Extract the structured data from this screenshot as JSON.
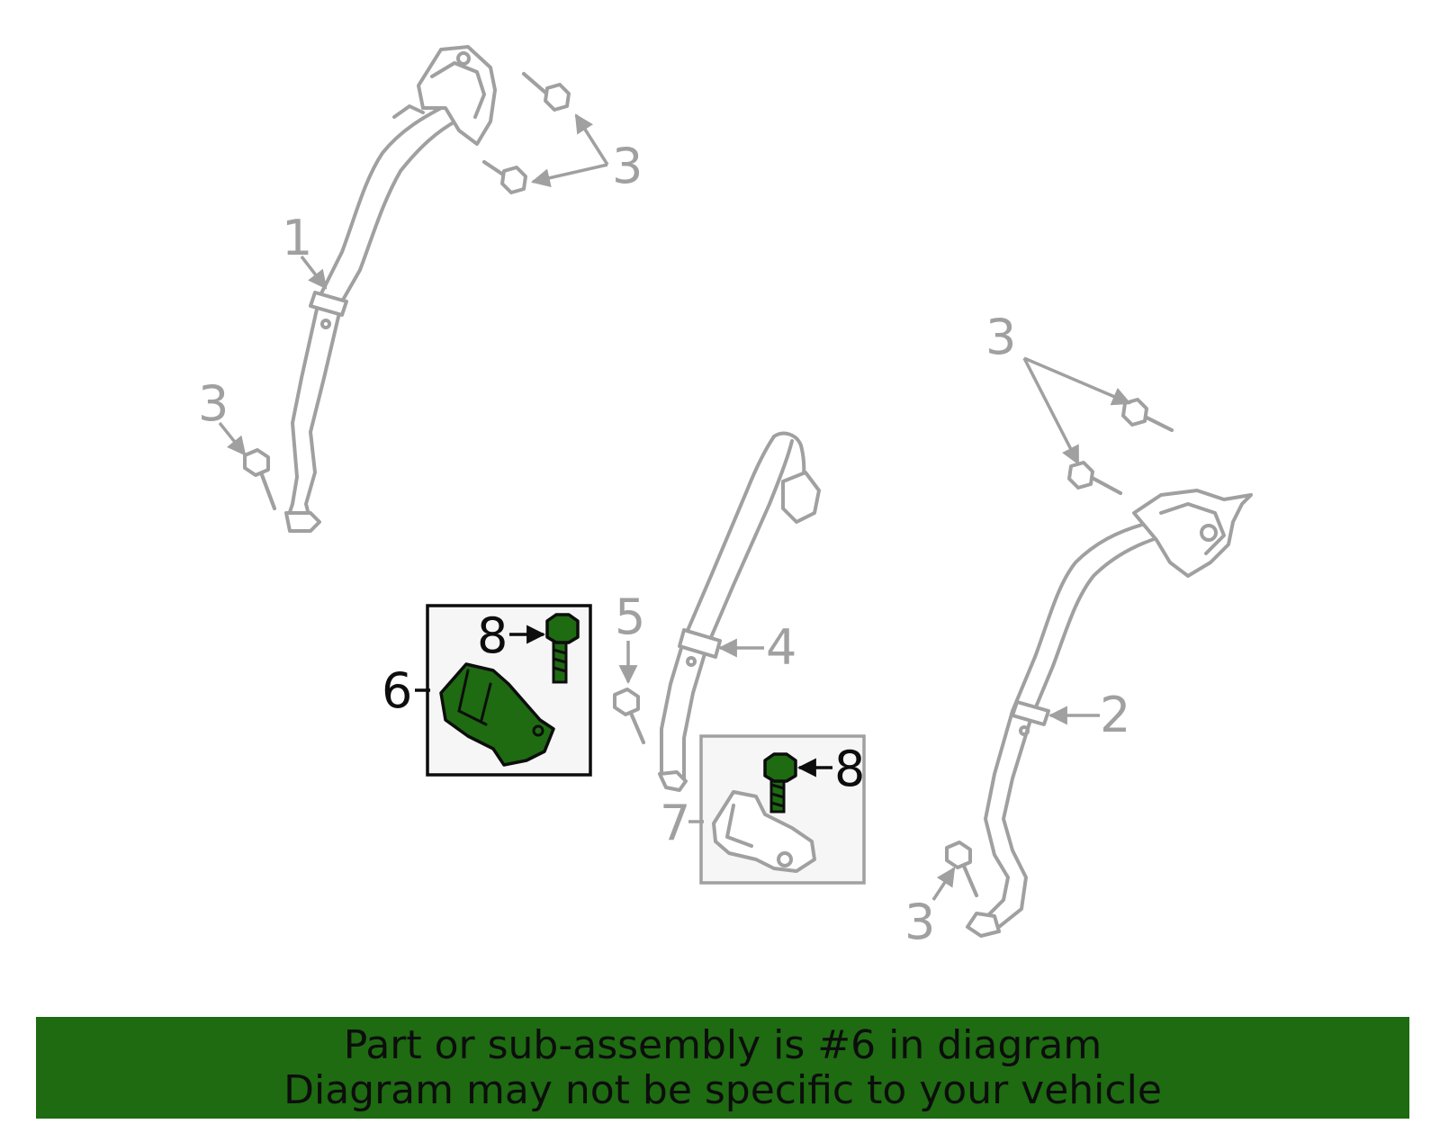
{
  "diagram": {
    "callouts": {
      "c1": "1",
      "c2": "2",
      "c3a": "3",
      "c3b": "3",
      "c3c": "3",
      "c3d": "3",
      "c4": "4",
      "c5": "5",
      "c6": "6",
      "c7": "7",
      "c8a": "8",
      "c8b": "8"
    },
    "highlight_color": "#1e6b12",
    "part_color": "#a0a0a0"
  },
  "banner": {
    "line1": "Part or sub-assembly is #6 in diagram",
    "line2": "Diagram may not be specific to your vehicle",
    "background": "#1e6b12"
  }
}
